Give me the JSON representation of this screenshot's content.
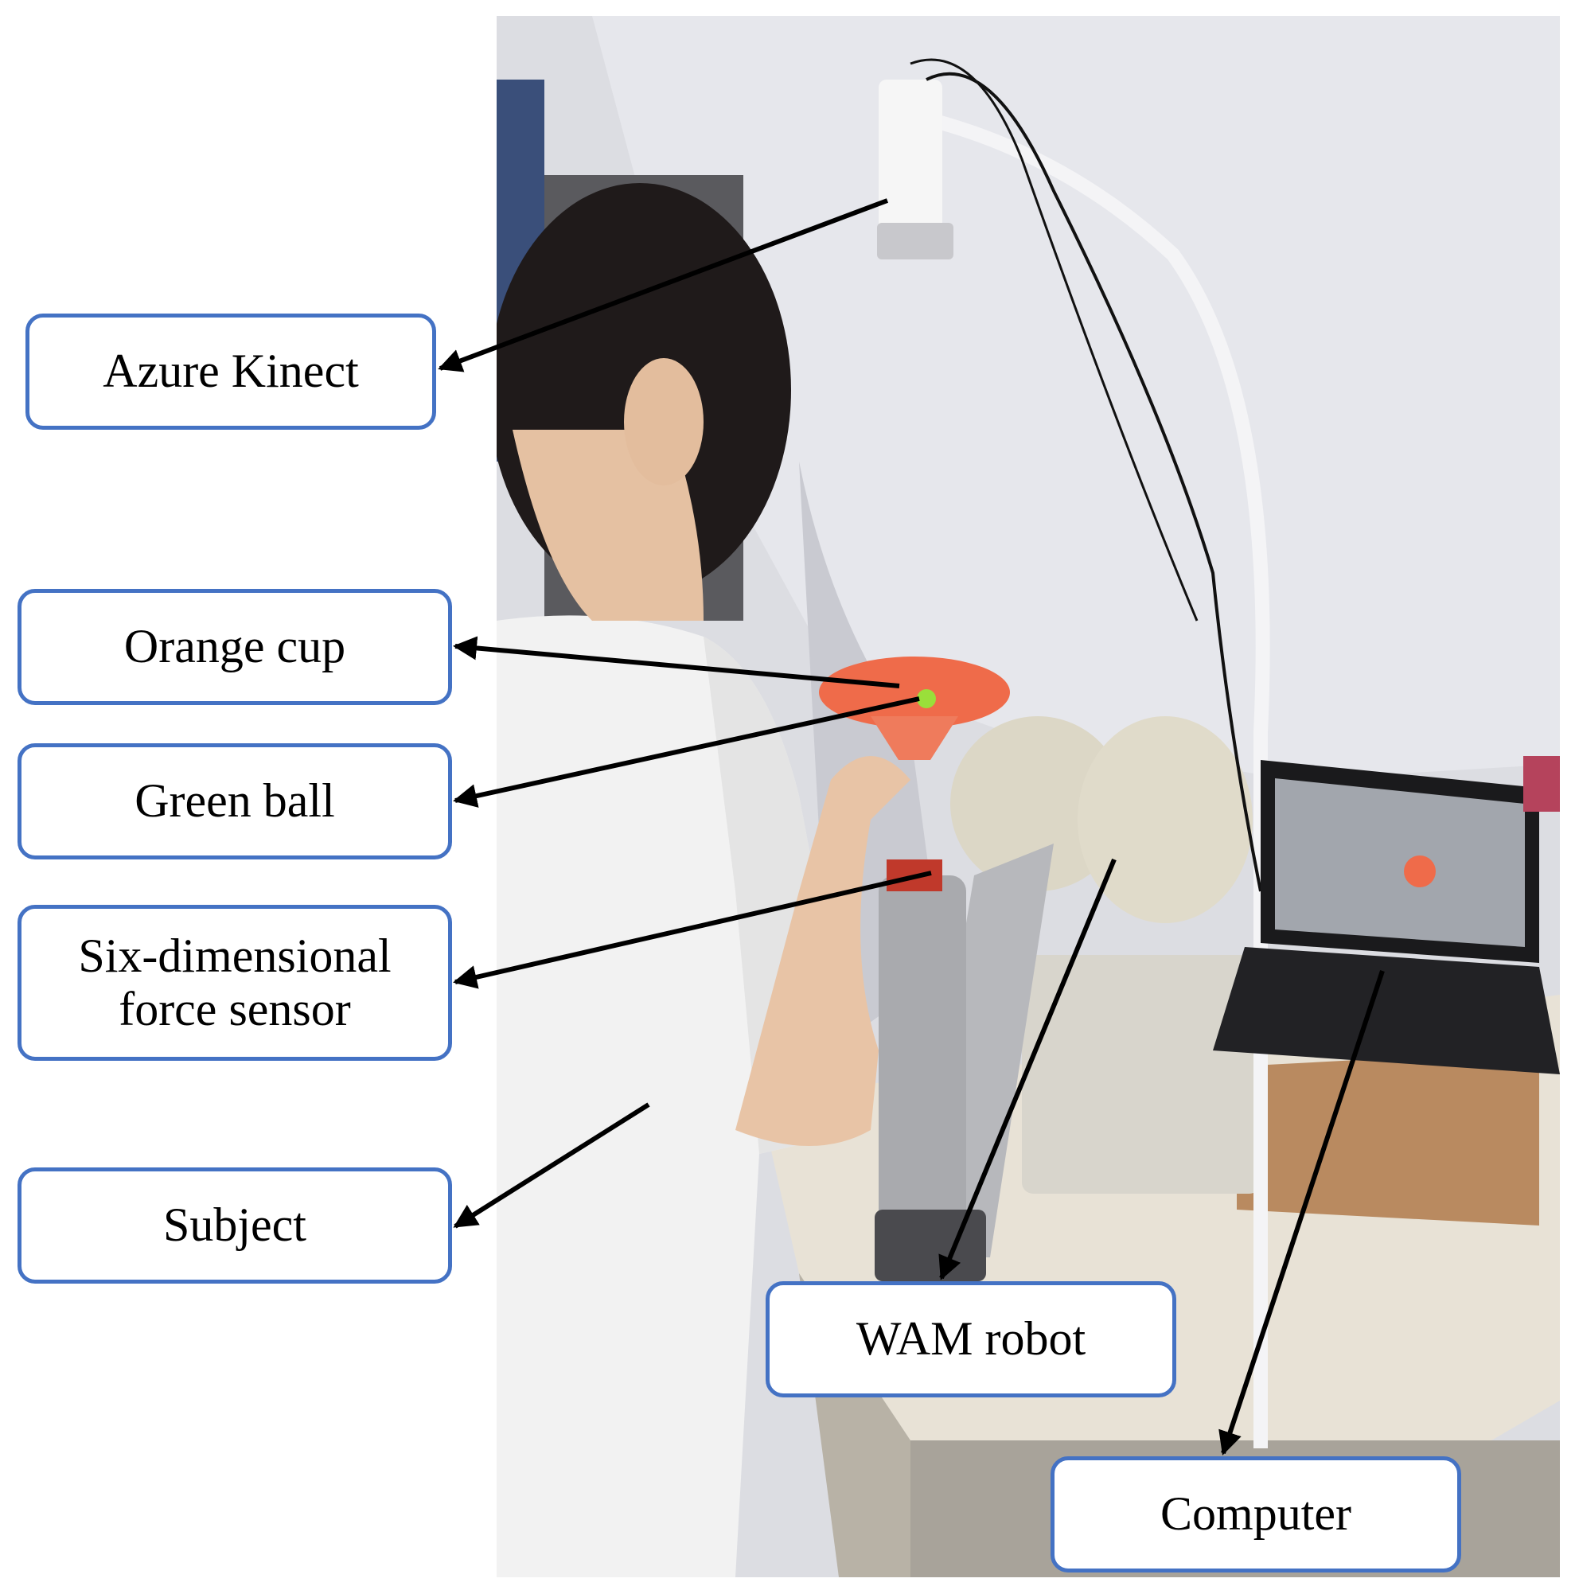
{
  "labels": {
    "azure_kinect": "Azure Kinect",
    "orange_cup": "Orange cup",
    "green_ball": "Green ball",
    "force_sensor_line1": "Six-dimensional",
    "force_sensor_line2": "force sensor",
    "subject": "Subject",
    "wam_robot": "WAM robot",
    "computer": "Computer"
  },
  "colors": {
    "box_border": "#4472c4",
    "arrow": "#000000",
    "background": "#ffffff"
  }
}
